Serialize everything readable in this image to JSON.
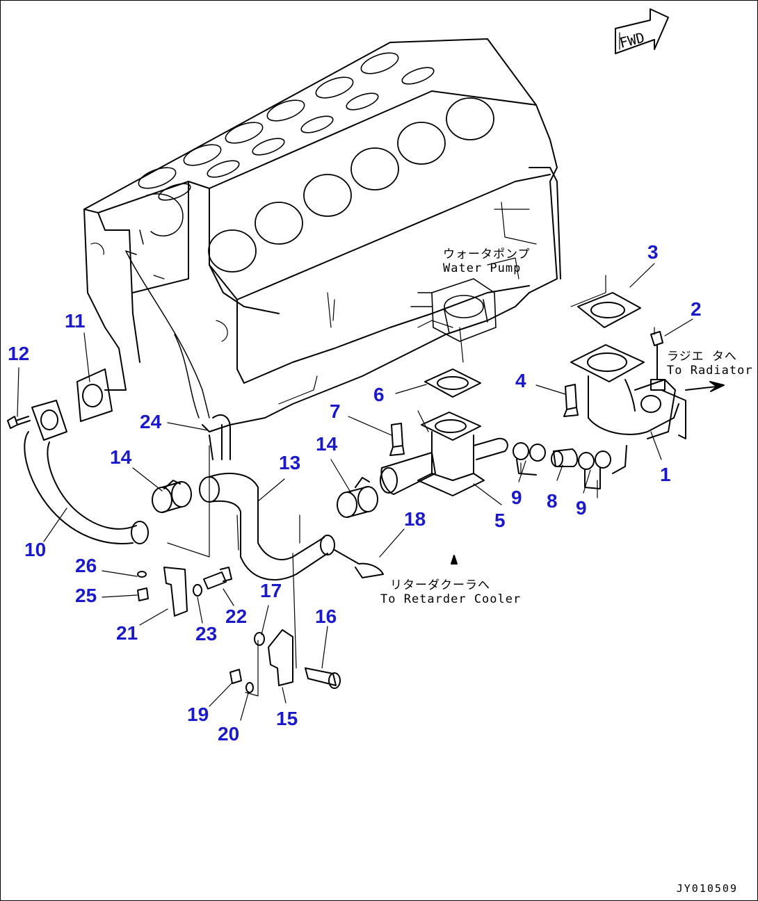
{
  "colors": {
    "callout": "#1a1acc",
    "line": "#000000",
    "background": "#ffffff"
  },
  "direction_marker": {
    "label": "FWD",
    "icon": "forward-arrow-icon"
  },
  "notes": {
    "water_pump_jp": "ウォータポンプ",
    "water_pump_en": "Water Pump",
    "radiator_jp": "ラジエ タへ",
    "radiator_en": "To Radiator",
    "retarder_jp": "リターダクーラへ",
    "retarder_en": "To Retarder Cooler"
  },
  "callouts": [
    {
      "id": "c1",
      "text": "1"
    },
    {
      "id": "c2",
      "text": "2"
    },
    {
      "id": "c3",
      "text": "3"
    },
    {
      "id": "c4",
      "text": "4"
    },
    {
      "id": "c5",
      "text": "5"
    },
    {
      "id": "c6",
      "text": "6"
    },
    {
      "id": "c7",
      "text": "7"
    },
    {
      "id": "c8",
      "text": "8"
    },
    {
      "id": "c9a",
      "text": "9"
    },
    {
      "id": "c9b",
      "text": "9"
    },
    {
      "id": "c10",
      "text": "10"
    },
    {
      "id": "c11",
      "text": "11"
    },
    {
      "id": "c12",
      "text": "12"
    },
    {
      "id": "c13",
      "text": "13"
    },
    {
      "id": "c14a",
      "text": "14"
    },
    {
      "id": "c14b",
      "text": "14"
    },
    {
      "id": "c15",
      "text": "15"
    },
    {
      "id": "c16",
      "text": "16"
    },
    {
      "id": "c17",
      "text": "17"
    },
    {
      "id": "c18",
      "text": "18"
    },
    {
      "id": "c19",
      "text": "19"
    },
    {
      "id": "c20",
      "text": "20"
    },
    {
      "id": "c21",
      "text": "21"
    },
    {
      "id": "c22",
      "text": "22"
    },
    {
      "id": "c23",
      "text": "23"
    },
    {
      "id": "c24",
      "text": "24"
    },
    {
      "id": "c25",
      "text": "25"
    },
    {
      "id": "c26",
      "text": "26"
    }
  ],
  "drawing_code": "JY010509"
}
